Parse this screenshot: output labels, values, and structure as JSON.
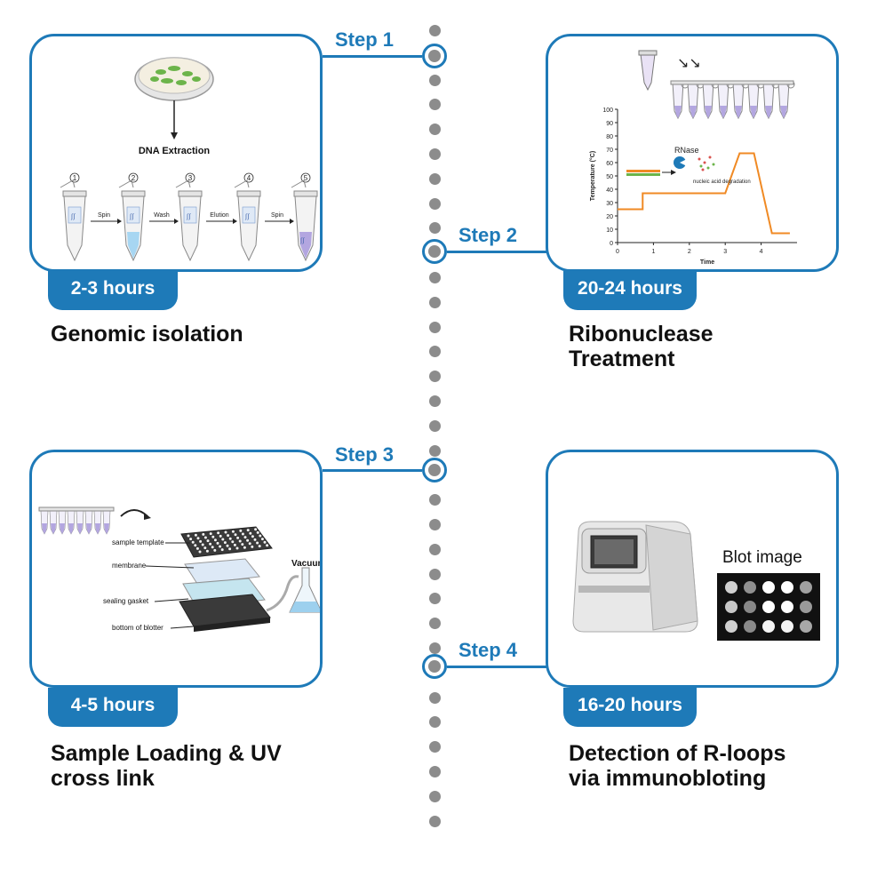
{
  "steps": [
    {
      "label": "Step 1",
      "duration": "2-3 hours",
      "caption_line1": "Genomic isolation",
      "caption_line2": ""
    },
    {
      "label": "Step 2",
      "duration": "20-24 hours",
      "caption_line1": "Ribonuclease",
      "caption_line2": "Treatment"
    },
    {
      "label": "Step 3",
      "duration": "4-5 hours",
      "caption_line1": "Sample Loading & UV",
      "caption_line2": "cross link"
    },
    {
      "label": "Step 4",
      "duration": "16-20 hours",
      "caption_line1": "Detection of R-loops",
      "caption_line2": "via immunobloting"
    }
  ],
  "panel1": {
    "extraction_label": "DNA Extraction",
    "tube_numbers": [
      "1",
      "2",
      "3",
      "4",
      "5"
    ],
    "arrow_labels": [
      "Spin",
      "Wash",
      "Elution",
      "Spin"
    ]
  },
  "panel2": {
    "y_label": "Temperature (°C)",
    "x_label": "Time",
    "y_ticks": [
      "0",
      "10",
      "20",
      "30",
      "40",
      "50",
      "60",
      "70",
      "80",
      "90",
      "100"
    ],
    "x_ticks": [
      "0",
      "1",
      "2",
      "3",
      "4"
    ],
    "enzyme_label": "RNase",
    "degradation_label": "nucleic acid degradation"
  },
  "panel3": {
    "labels": [
      "sample template",
      "membrane",
      "sealing gasket",
      "bottom of blotter"
    ],
    "vacuum_label": "Vacuum"
  },
  "panel4": {
    "blot_title": "Blot image"
  },
  "colors": {
    "accent": "#1e7ab8",
    "dot": "#8c8c8c",
    "curve": "#f08a24"
  },
  "chart_data": {
    "type": "line",
    "xlabel": "Time",
    "ylabel": "Temperature (°C)",
    "xlim": [
      0,
      5
    ],
    "ylim": [
      0,
      100
    ],
    "series": [
      {
        "x": [
          0,
          0.7,
          0.7,
          3,
          3.4,
          3.8,
          4.3,
          4.8
        ],
        "values": [
          25,
          25,
          37,
          37,
          67,
          67,
          7,
          7
        ]
      }
    ]
  }
}
